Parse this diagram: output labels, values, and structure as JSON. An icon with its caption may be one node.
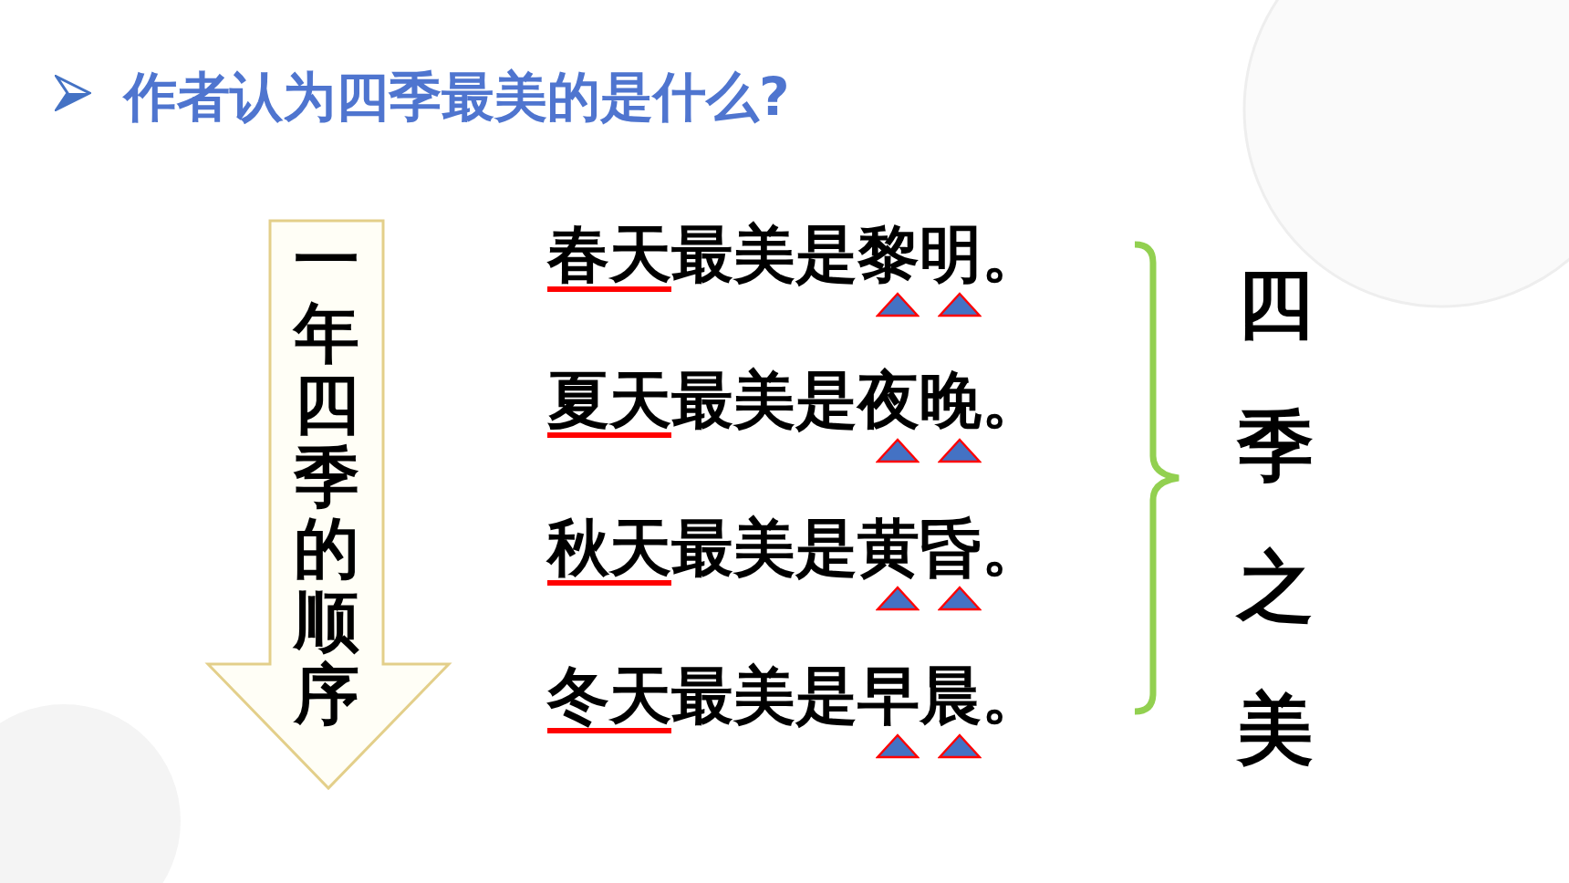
{
  "diagram": {
    "title": "作者认为四季最美的是什么?",
    "nodes": [
      {
        "text": [
          "一年四季的顺序"
        ]
      },
      {
        "text": [
          "春天最美是黎明。"
        ]
      },
      {
        "text": [
          "夏天最美是夜晚。"
        ]
      },
      {
        "text": [
          "秋天最美是黄昏。"
        ]
      },
      {
        "text": [
          "冬天最美是早晨。"
        ]
      },
      {
        "text": [
          "四季之美"
        ]
      }
    ],
    "edges": []
  }
}
